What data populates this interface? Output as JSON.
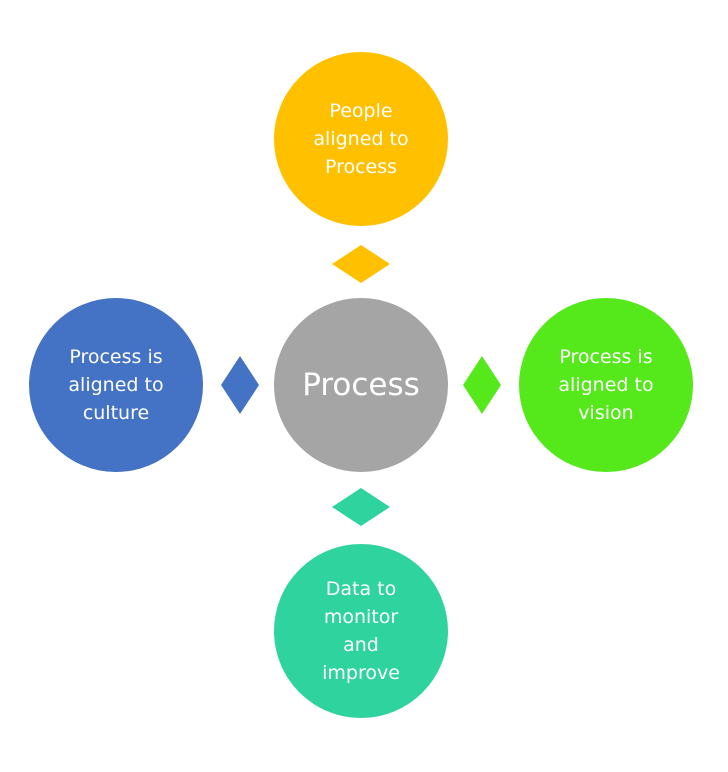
{
  "diagram": {
    "center": {
      "label": "Process",
      "color": "#A5A5A5"
    },
    "nodes": [
      {
        "id": "top",
        "position": "top",
        "label": "People\naligned to\nProcess",
        "color": "#FFC000"
      },
      {
        "id": "left",
        "position": "left",
        "label": "Process is\naligned to\nculture",
        "color": "#4472C4"
      },
      {
        "id": "right",
        "position": "right",
        "label": "Process is\naligned to\nvision",
        "color": "#55E81A"
      },
      {
        "id": "bottom",
        "position": "bottom",
        "label": "Data to\nmonitor\nand\nimprove",
        "color": "#2FD39E"
      }
    ],
    "connectors": [
      {
        "between": [
          "center",
          "top"
        ],
        "shape": "diamond",
        "color": "#FFC000"
      },
      {
        "between": [
          "center",
          "left"
        ],
        "shape": "diamond",
        "color": "#4472C4"
      },
      {
        "between": [
          "center",
          "right"
        ],
        "shape": "diamond",
        "color": "#55E81A"
      },
      {
        "between": [
          "center",
          "bottom"
        ],
        "shape": "diamond",
        "color": "#2FD39E"
      }
    ]
  }
}
